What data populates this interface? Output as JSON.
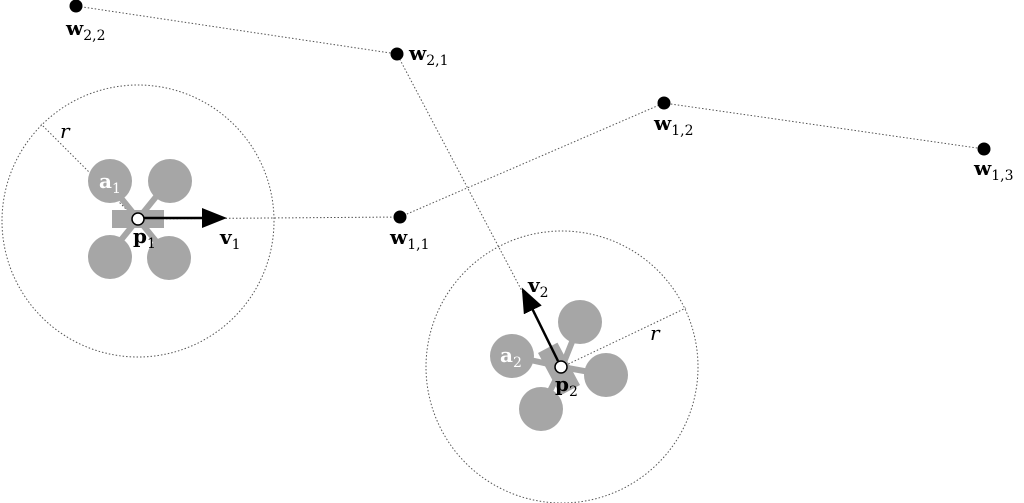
{
  "diagram": {
    "waypoints": {
      "w22": {
        "base": "w",
        "sub": "2,2"
      },
      "w21": {
        "base": "w",
        "sub": "2,1"
      },
      "w12": {
        "base": "w",
        "sub": "1,2"
      },
      "w13": {
        "base": "w",
        "sub": "1,3"
      },
      "w11": {
        "base": "w",
        "sub": "1,1"
      }
    },
    "agents": {
      "a1": {
        "label": "a",
        "sub": "1",
        "pos": "p",
        "pos_sub": "1",
        "vel": "v",
        "vel_sub": "1",
        "radius": "r"
      },
      "a2": {
        "label": "a",
        "sub": "2",
        "pos": "p",
        "pos_sub": "2",
        "vel": "v",
        "vel_sub": "2",
        "radius": "r"
      }
    },
    "colors": {
      "drone": "#a6a6a6",
      "line": "#555555",
      "marker": "#000000"
    }
  }
}
